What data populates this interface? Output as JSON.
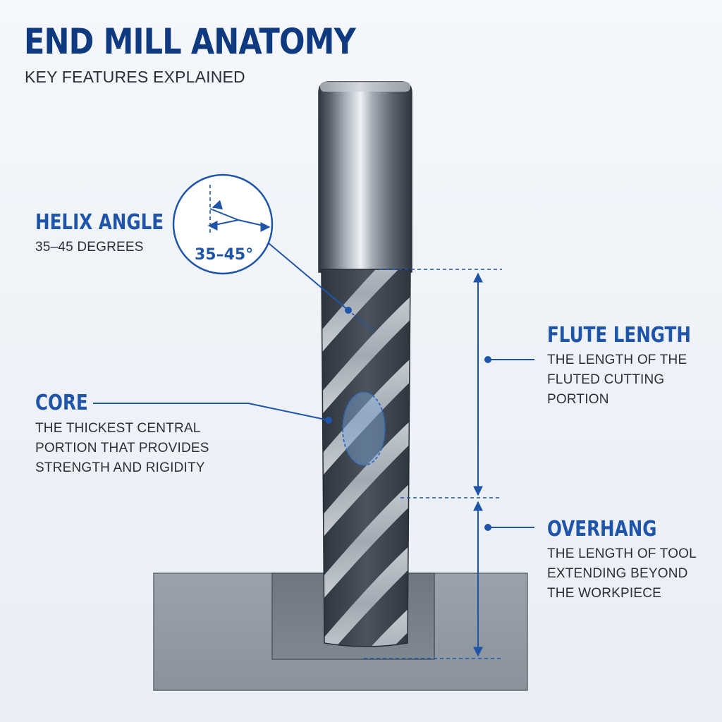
{
  "colors": {
    "accent": "#1f55a8",
    "title": "#0f3a80",
    "text": "#2b2f36",
    "tool_dark": "#3d4550",
    "workpiece": "#8c949e"
  },
  "header": {
    "title": "END MILL ANATOMY",
    "subtitle": "KEY FEATURES EXPLAINED"
  },
  "labels": {
    "helix": {
      "heading": "HELIX ANGLE",
      "lines": [
        "35–45 DEGREES"
      ]
    },
    "angle_callout": {
      "value": "35–45°"
    },
    "core": {
      "heading": "CORE",
      "lines": [
        "THE THICKEST CENTRAL",
        "PORTION THAT PROVIDES",
        "STRENGTH AND RIGIDITY"
      ]
    },
    "flute_length": {
      "heading": "FLUTE LENGTH",
      "lines": [
        "THE LENGTH OF THE",
        "FLUTED CUTTING",
        "PORTION"
      ]
    },
    "overhang": {
      "heading": "OVERHANG",
      "lines": [
        "THE LENGTH OF TOOL",
        "EXTENDING BEYOND",
        "THE WORKPIECE"
      ]
    }
  }
}
